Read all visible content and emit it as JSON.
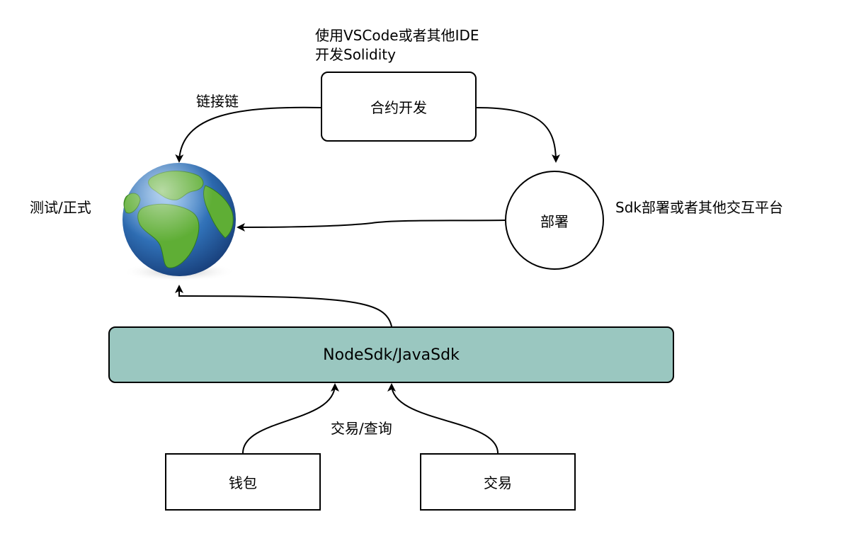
{
  "annotations": {
    "ide_note_line1": "使用VSCode或者其他IDE",
    "ide_note_line2": "开发Solidity",
    "link_chain": "链接链",
    "test_formal": "测试/正式",
    "sdk_platform": "Sdk部署或者其他交互平台",
    "tx_query": "交易/查询"
  },
  "nodes": {
    "contract_dev": "合约开发",
    "deploy": "部署",
    "sdk": "NodeSdk/JavaSdk",
    "wallet": "钱包",
    "transaction": "交易"
  },
  "icons": {
    "globe": "globe-icon"
  },
  "colors": {
    "sdk_fill": "#9ac7c0",
    "ocean": "#2f6fb5",
    "land": "#5fae35"
  }
}
